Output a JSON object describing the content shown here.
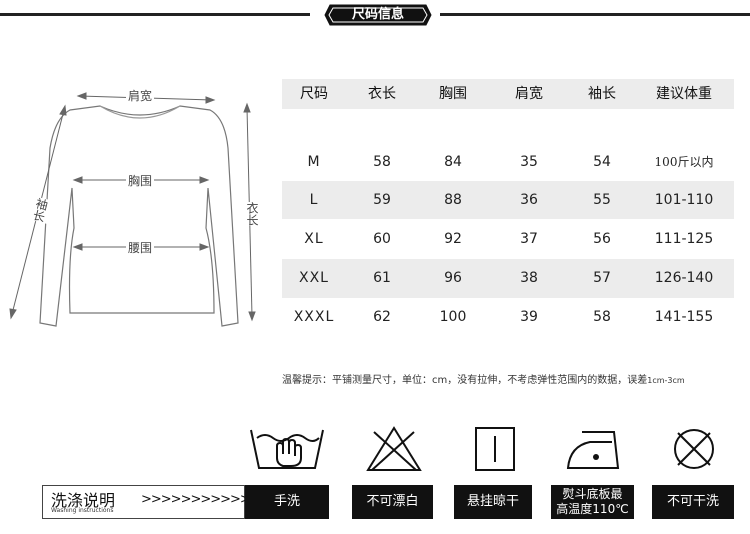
{
  "header": {
    "title": "尺码信息"
  },
  "diagram": {
    "labels": {
      "shoulder": "肩宽",
      "chest": "胸围",
      "waist": "腰围",
      "sleeve": "袖长",
      "length": "衣长"
    }
  },
  "table": {
    "headers": [
      "尺码",
      "衣长",
      "胸围",
      "肩宽",
      "袖长",
      "建议体重"
    ],
    "rows": [
      [
        "M",
        "58",
        "84",
        "35",
        "54",
        "100斤以内"
      ],
      [
        "L",
        "59",
        "88",
        "36",
        "55",
        "101-110"
      ],
      [
        "XL",
        "60",
        "92",
        "37",
        "56",
        "111-125"
      ],
      [
        "XXL",
        "61",
        "96",
        "38",
        "57",
        "126-140"
      ],
      [
        "XXXL",
        "62",
        "100",
        "39",
        "58",
        "141-155"
      ]
    ]
  },
  "note": {
    "text": "温馨提示：平铺测量尺寸，单位：cm，没有拉伸，不考虑弹性范围内的数据，误差",
    "tail": "1cm-3cm"
  },
  "care": {
    "title": "洗涤说明",
    "subtitle": "Washing instructions",
    "arrows": ">>>>>>>>>>>>",
    "items": [
      {
        "icon": "hand-wash-icon",
        "label": "手洗"
      },
      {
        "icon": "no-bleach-icon",
        "label": "不可漂白"
      },
      {
        "icon": "hang-dry-icon",
        "label": "悬挂晾干"
      },
      {
        "icon": "iron-icon",
        "label_line1": "熨斗底板最",
        "label_line2": "高温度110℃"
      },
      {
        "icon": "no-dry-clean-icon",
        "label": "不可干洗"
      }
    ]
  },
  "colors": {
    "dark": "#111111",
    "shade": "#ececec",
    "line": "#666666"
  }
}
